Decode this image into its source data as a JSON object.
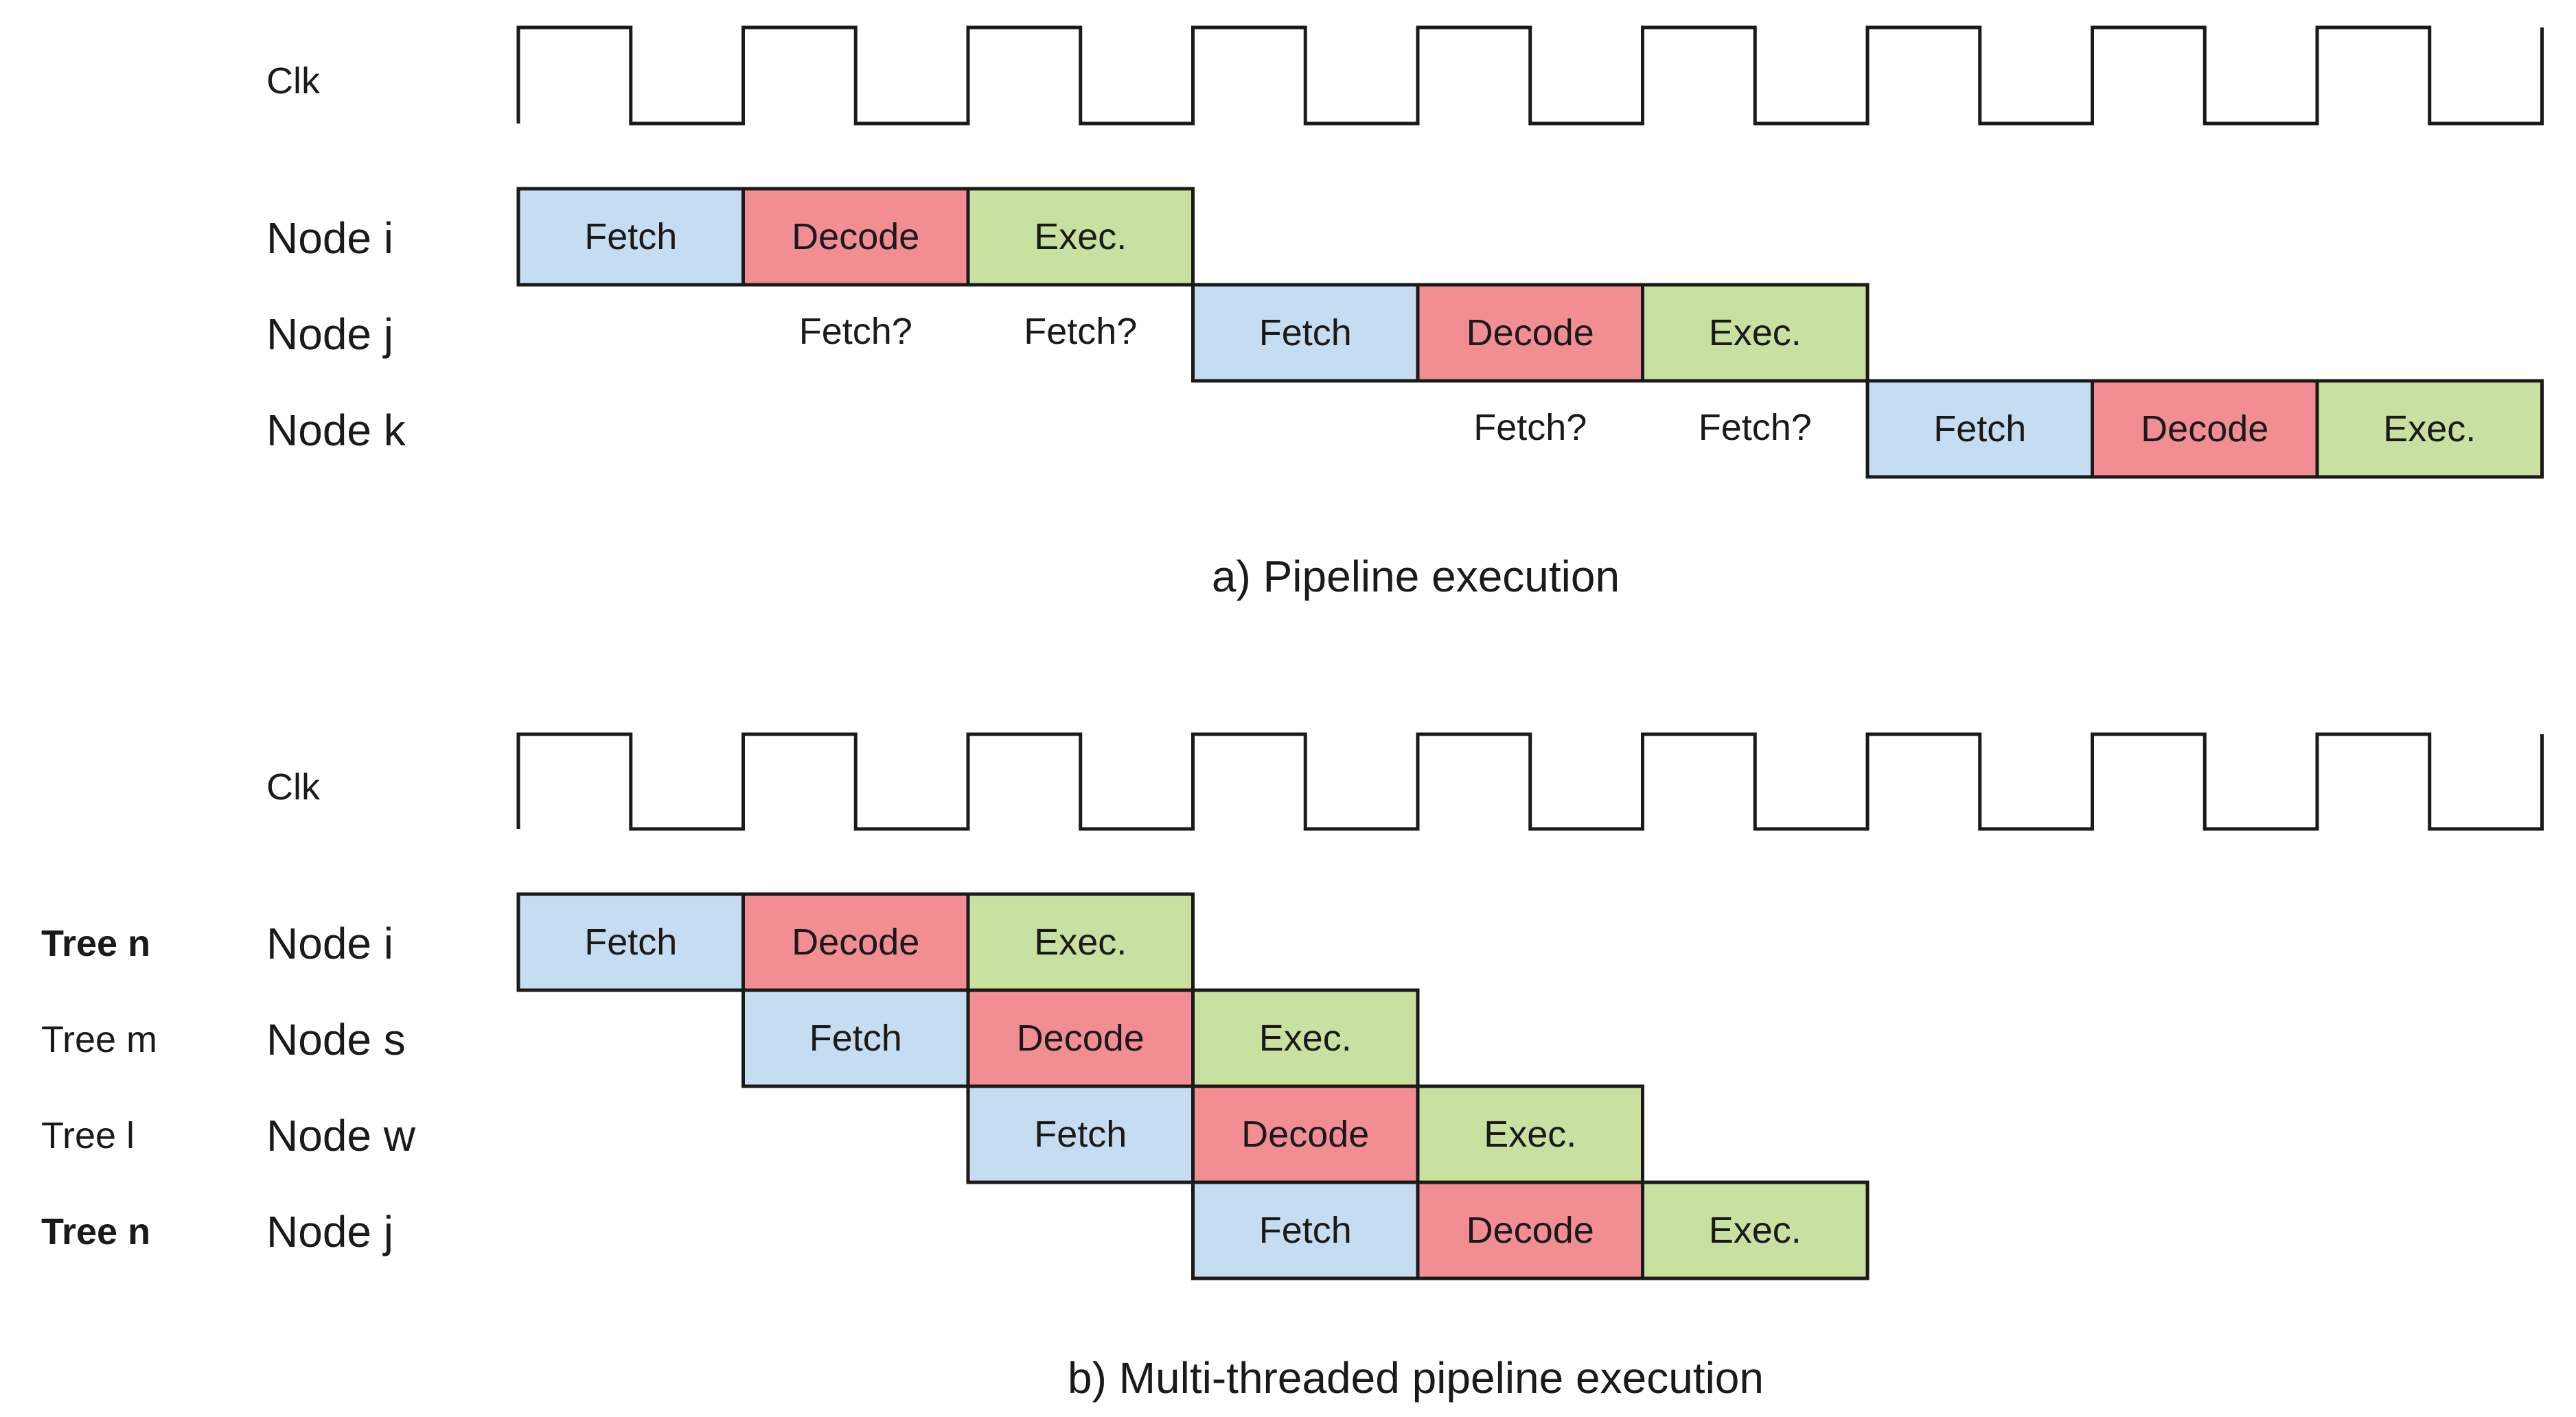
{
  "colors": {
    "fetch": "#c5dcf1",
    "decode": "#f28d94",
    "exec": "#c8e1a0",
    "line": "#1a1a1a"
  },
  "panel_a": {
    "clock_label": "Clk",
    "caption": "a) Pipeline execution",
    "rows": [
      {
        "node": "Node i",
        "stages": [
          {
            "label": "Fetch",
            "kind": "fetch",
            "cycle": 0
          },
          {
            "label": "Decode",
            "kind": "decode",
            "cycle": 1
          },
          {
            "label": "Exec.",
            "kind": "exec",
            "cycle": 2
          }
        ],
        "speculative": []
      },
      {
        "node": "Node j",
        "stages": [
          {
            "label": "Fetch",
            "kind": "fetch",
            "cycle": 3
          },
          {
            "label": "Decode",
            "kind": "decode",
            "cycle": 4
          },
          {
            "label": "Exec.",
            "kind": "exec",
            "cycle": 5
          }
        ],
        "speculative": [
          {
            "label": "Fetch?",
            "cycle": 1
          },
          {
            "label": "Fetch?",
            "cycle": 2
          }
        ]
      },
      {
        "node": "Node k",
        "stages": [
          {
            "label": "Fetch",
            "kind": "fetch",
            "cycle": 6
          },
          {
            "label": "Decode",
            "kind": "decode",
            "cycle": 7
          },
          {
            "label": "Exec.",
            "kind": "exec",
            "cycle": 8
          }
        ],
        "speculative": [
          {
            "label": "Fetch?",
            "cycle": 4
          },
          {
            "label": "Fetch?",
            "cycle": 5
          }
        ]
      }
    ]
  },
  "panel_b": {
    "clock_label": "Clk",
    "caption": "b) Multi-threaded pipeline execution",
    "rows": [
      {
        "tree": "Tree n",
        "tree_bold": true,
        "node": "Node i",
        "stages": [
          {
            "label": "Fetch",
            "kind": "fetch",
            "cycle": 0
          },
          {
            "label": "Decode",
            "kind": "decode",
            "cycle": 1
          },
          {
            "label": "Exec.",
            "kind": "exec",
            "cycle": 2
          }
        ]
      },
      {
        "tree": "Tree m",
        "tree_bold": false,
        "node": "Node s",
        "stages": [
          {
            "label": "Fetch",
            "kind": "fetch",
            "cycle": 1
          },
          {
            "label": "Decode",
            "kind": "decode",
            "cycle": 2
          },
          {
            "label": "Exec.",
            "kind": "exec",
            "cycle": 3
          }
        ]
      },
      {
        "tree": "Tree l",
        "tree_bold": false,
        "node": "Node w",
        "stages": [
          {
            "label": "Fetch",
            "kind": "fetch",
            "cycle": 2
          },
          {
            "label": "Decode",
            "kind": "decode",
            "cycle": 3
          },
          {
            "label": "Exec.",
            "kind": "exec",
            "cycle": 4
          }
        ]
      },
      {
        "tree": "Tree n",
        "tree_bold": true,
        "node": "Node j",
        "stages": [
          {
            "label": "Fetch",
            "kind": "fetch",
            "cycle": 3
          },
          {
            "label": "Decode",
            "kind": "decode",
            "cycle": 4
          },
          {
            "label": "Exec.",
            "kind": "exec",
            "cycle": 5
          }
        ]
      }
    ]
  }
}
